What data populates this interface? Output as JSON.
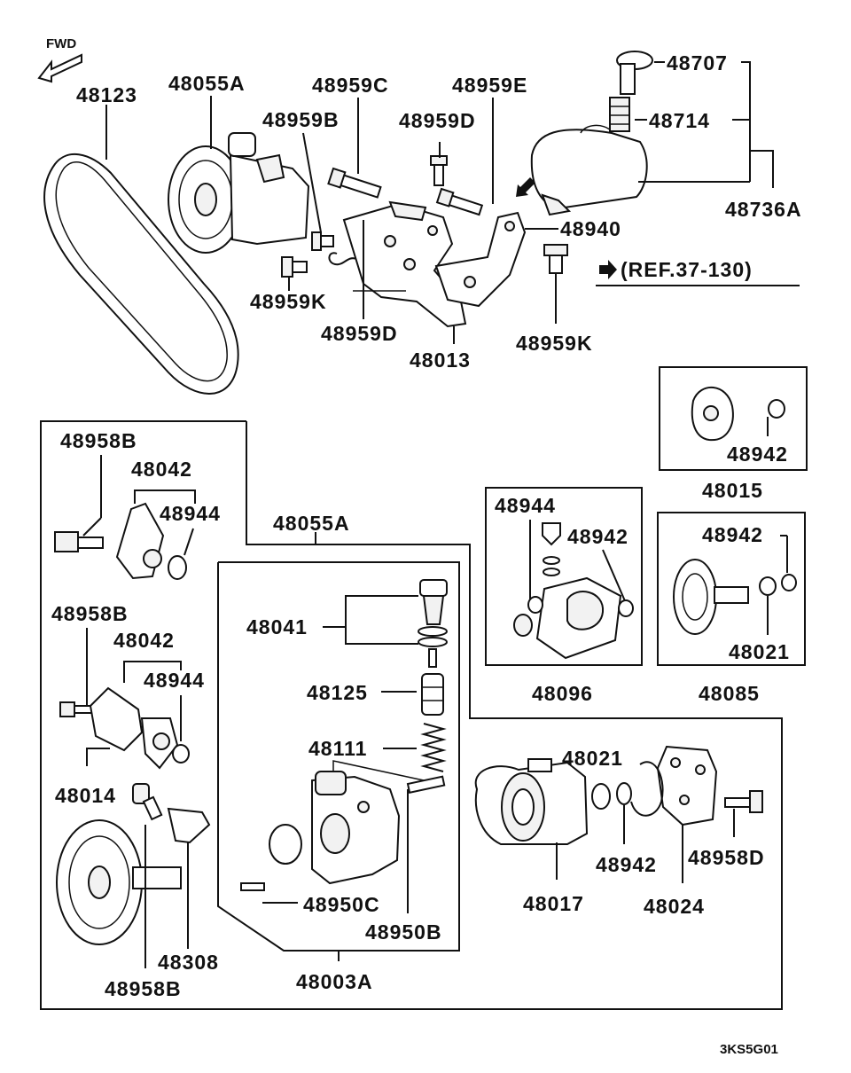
{
  "direction_label": "FWD",
  "reference": "(REF.37-130)",
  "drawing_code": "3KS5G01",
  "labels": {
    "p48123": "48123",
    "p48055A_top": "48055A",
    "p48959C": "48959C",
    "p48959E": "48959E",
    "p48707": "48707",
    "p48959B": "48959B",
    "p48959D_top": "48959D",
    "p48714": "48714",
    "p48736A": "48736A",
    "p48940": "48940",
    "p48959K_left": "48959K",
    "p48959D_mid": "48959D",
    "p48013": "48013",
    "p48959K_right": "48959K",
    "p48942_a": "48942",
    "p48015": "48015",
    "p48958B_a": "48958B",
    "p48042_a": "48042",
    "p48944_a": "48944",
    "p48055A_box": "48055A",
    "p48944_b": "48944",
    "p48942_b": "48942",
    "p48942_c": "48942",
    "p48958B_b": "48958B",
    "p48041": "48041",
    "p48042_b": "48042",
    "p48944_c": "48944",
    "p48021_a": "48021",
    "p48125": "48125",
    "p48096": "48096",
    "p48085": "48085",
    "p48111": "48111",
    "p48021_b": "48021",
    "p48014": "48014",
    "p48942_d": "48942",
    "p48958D": "48958D",
    "p48950C": "48950C",
    "p48017": "48017",
    "p48024": "48024",
    "p48950B": "48950B",
    "p48308": "48308",
    "p48003A": "48003A",
    "p48958B_c": "48958B"
  }
}
